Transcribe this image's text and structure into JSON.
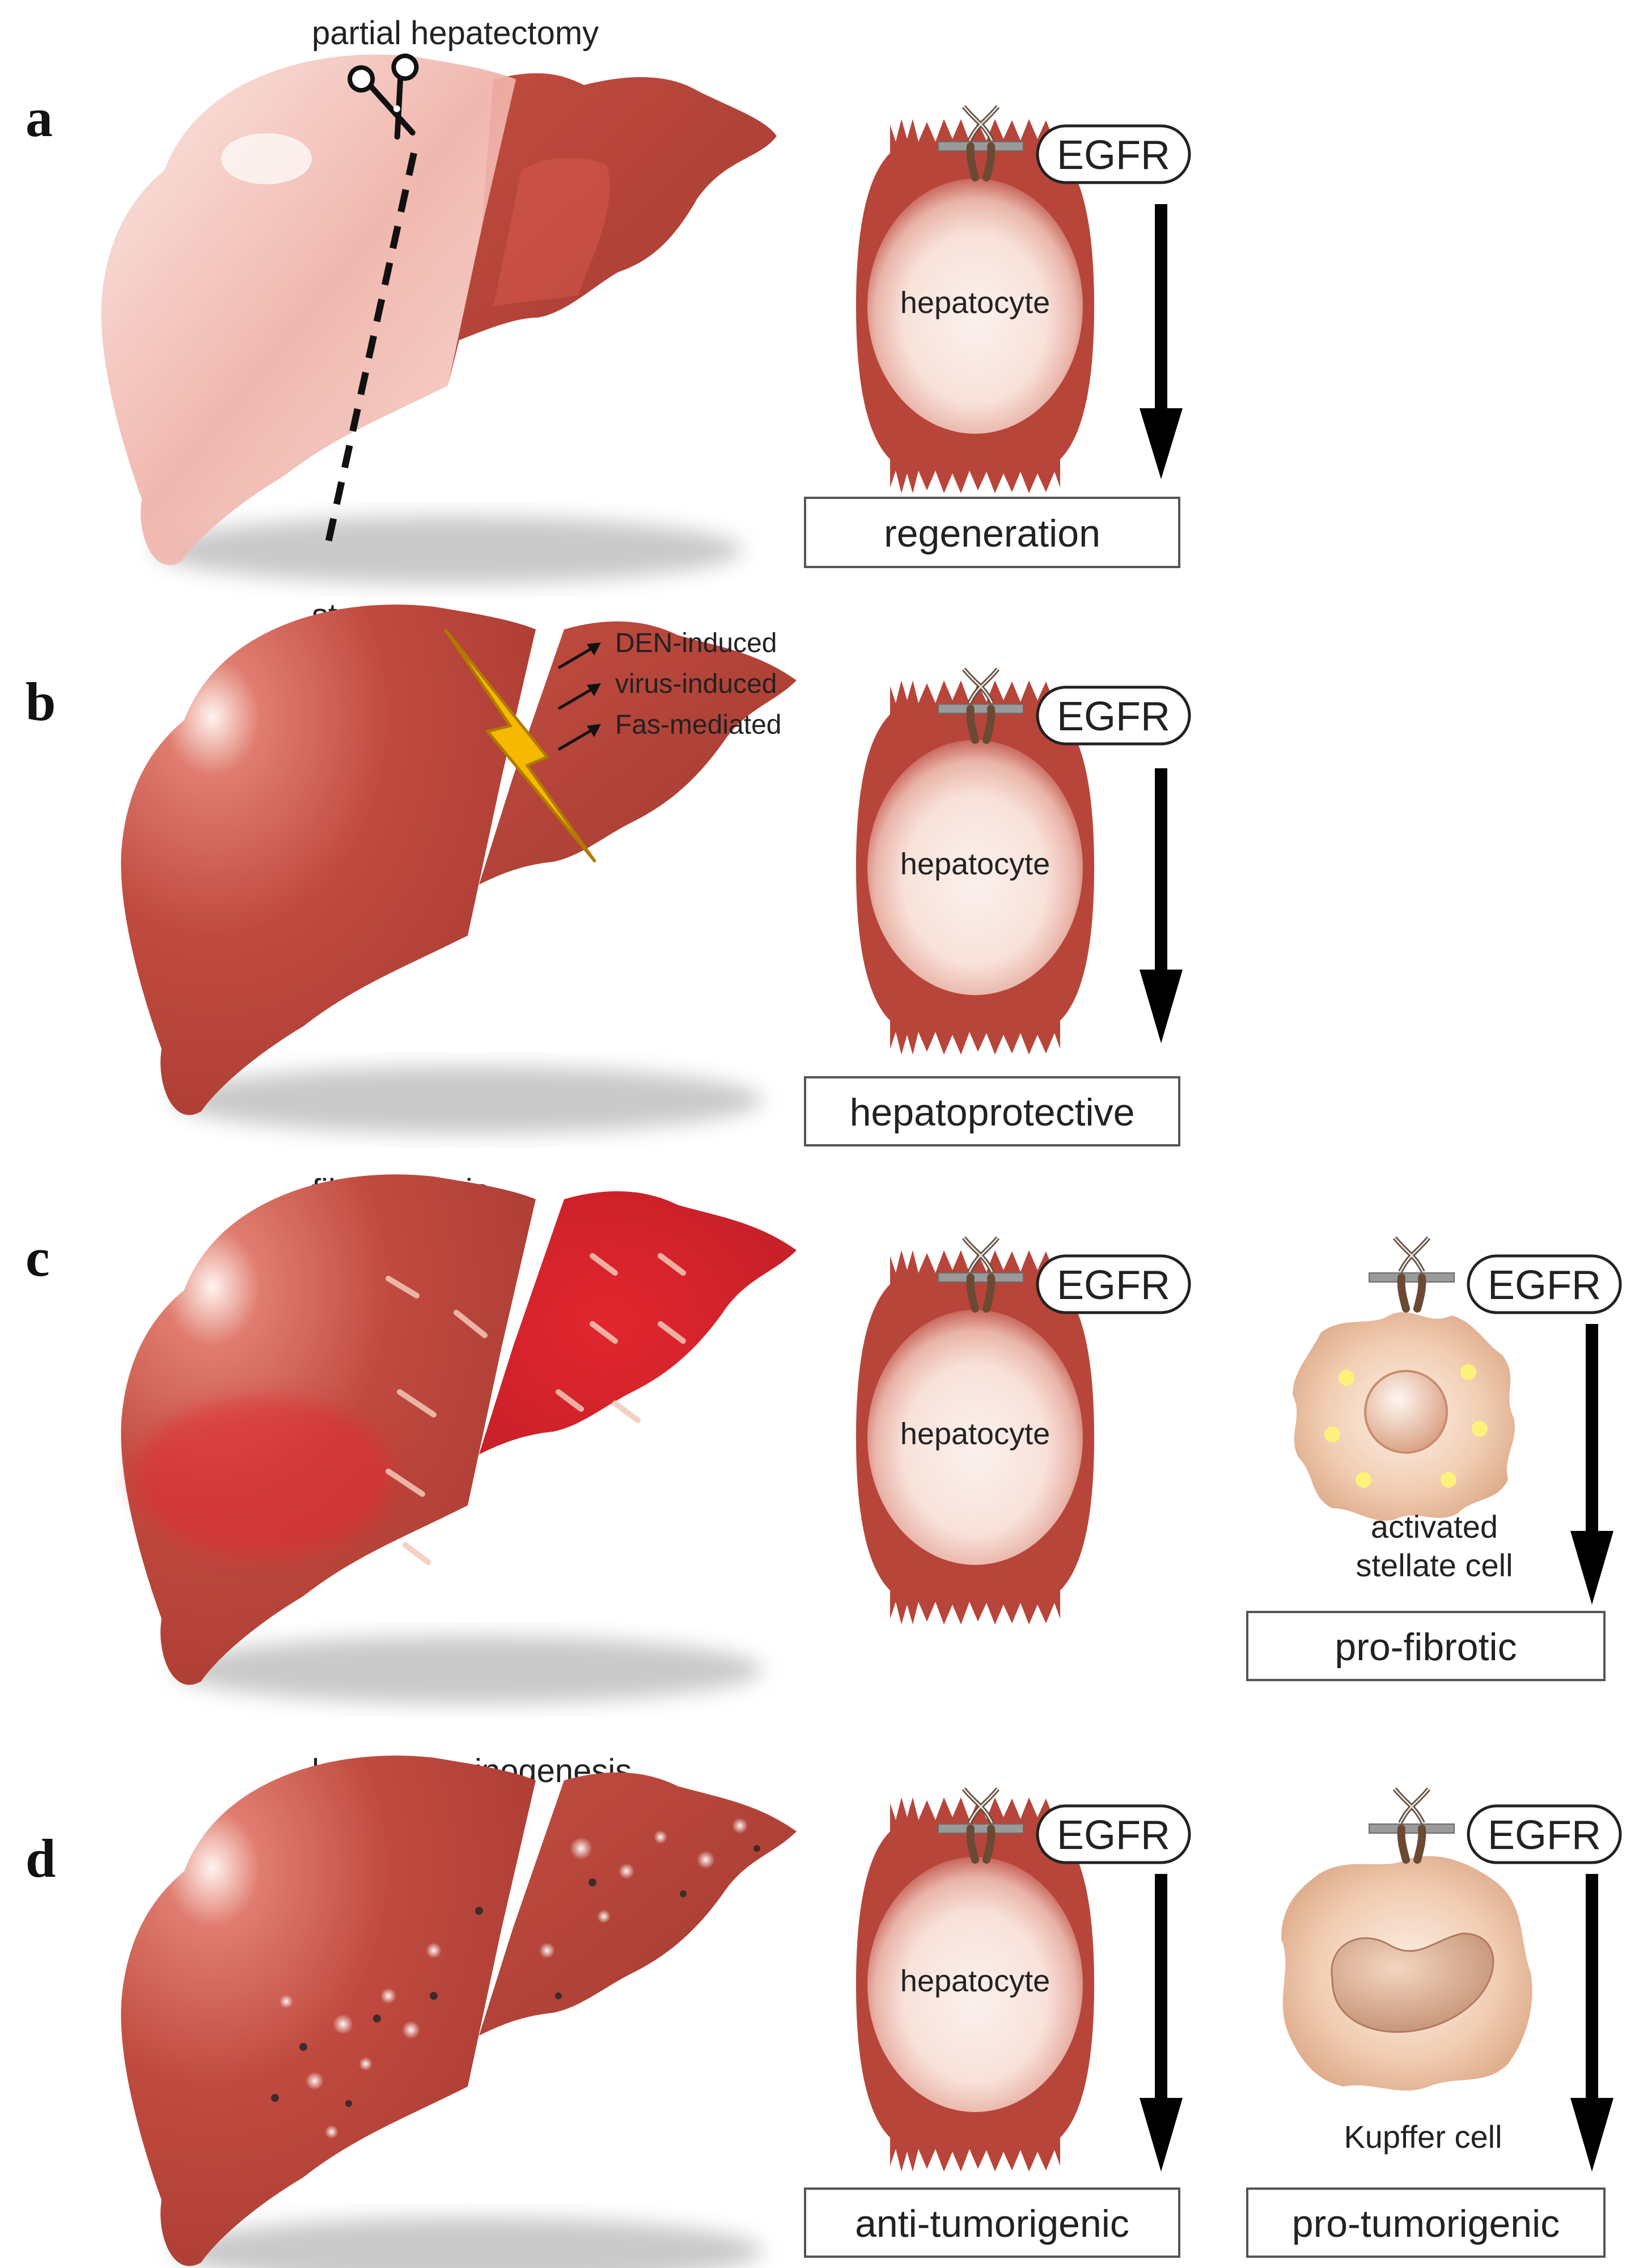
{
  "panels": [
    {
      "letter": "a",
      "caption": "partial hepatectomy",
      "hepatocyte": {
        "receptor": "EGFR",
        "cell_label": "hepatocyte",
        "outcome": "regeneration"
      }
    },
    {
      "letter": "b",
      "caption": "stress",
      "stress_types": [
        "DEN-induced",
        "virus-induced",
        "Fas-mediated"
      ],
      "hepatocyte": {
        "receptor": "EGFR",
        "cell_label": "hepatocyte",
        "outcome": "hepatoprotective"
      }
    },
    {
      "letter": "c",
      "caption": "fibrogenesis",
      "hepatocyte": {
        "receptor": "EGFR",
        "cell_label": "hepatocyte"
      },
      "other_cell": {
        "receptor": "EGFR",
        "cell_label_line1": "activated",
        "cell_label_line2": "stellate cell",
        "outcome": "pro-fibrotic"
      }
    },
    {
      "letter": "d",
      "caption": "hepatocarcinogenesis",
      "hepatocyte": {
        "receptor": "EGFR",
        "cell_label": "hepatocyte",
        "outcome": "anti-tumorigenic"
      },
      "other_cell": {
        "receptor": "EGFR",
        "cell_label": "Kupffer cell",
        "outcome": "pro-tumorigenic"
      }
    }
  ],
  "colors": {
    "liver": "#b5453b",
    "liver_light": "#e06a5a",
    "fibrotic_red": "#d91e2a",
    "hepatocyte_border": "#b8453a",
    "hepatocyte_core": "#fbe7e1",
    "stellate": "#e9b996",
    "kupffer": "#efc4a2",
    "lightning": "#f6b800"
  }
}
